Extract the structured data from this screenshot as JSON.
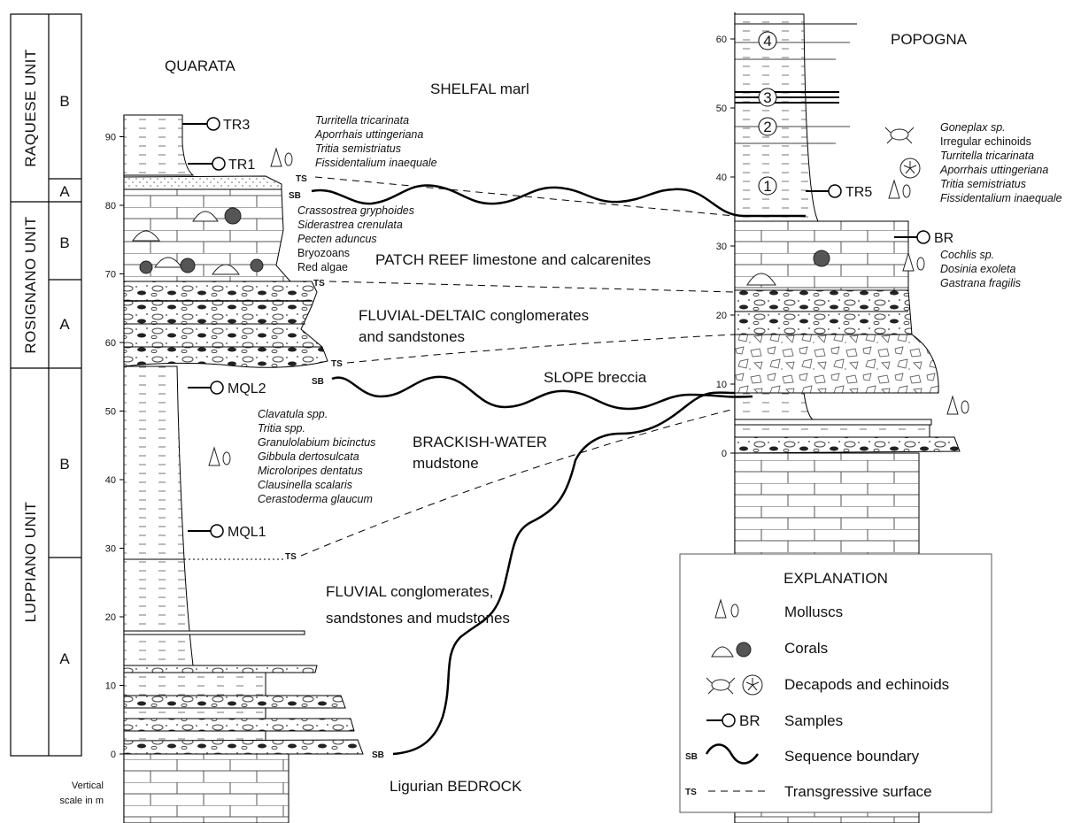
{
  "units": {
    "raquese": "RAQUESE UNIT",
    "rosignano": "ROSIGNANO UNIT",
    "luppiano": "LUPPIANO UNIT",
    "sub_b": "B",
    "sub_a": "A"
  },
  "sections": {
    "left": "QUARATA",
    "right": "POPOGNA"
  },
  "scale_caption": [
    "Vertical",
    "scale in m"
  ],
  "left_axis_ticks": [
    "0",
    "10",
    "20",
    "30",
    "40",
    "50",
    "60",
    "70",
    "80",
    "90"
  ],
  "right_axis_ticks": [
    "0",
    "10",
    "20",
    "30",
    "40",
    "50",
    "60"
  ],
  "facies": {
    "shelfal": "SHELFAL marl",
    "patch_reef": "PATCH REEF limestone and calcarenites",
    "fluvial_deltaic_1": "FLUVIAL-DELTAIC conglomerates",
    "fluvial_deltaic_2": "and sandstones",
    "slope": "SLOPE breccia",
    "brackish_1": "BRACKISH-WATER",
    "brackish_2": "mudstone",
    "fluvial_1": "FLUVIAL conglomerates,",
    "fluvial_2": "sandstones and mudstones",
    "bedrock": "Ligurian BEDROCK"
  },
  "surfaces": {
    "sb": "SB",
    "ts": "TS"
  },
  "samples": {
    "tr3": "TR3",
    "tr1": "TR1",
    "mql2": "MQL2",
    "mql1": "MQL1",
    "tr5": "TR5",
    "br": "BR"
  },
  "marl_beds": [
    "4",
    "3",
    "2",
    "1"
  ],
  "species": {
    "quarata_top": [
      "Turritella tricarinata",
      "Aporrhais uttingeriana",
      "Tritia semistriatus",
      "Fissidentalium inaequale"
    ],
    "quarata_reef": [
      "Crassostrea gryphoides",
      "Siderastrea crenulata",
      "Pecten aduncus"
    ],
    "quarata_reef_other": [
      "Bryozoans",
      "Red algae"
    ],
    "quarata_brackish": [
      "Clavatula spp.",
      "Tritia spp.",
      "Granulolabium bicinctus",
      "Gibbula dertosulcata",
      "Microloripes dentatus",
      "Clausinella scalaris",
      "Cerastoderma glaucum"
    ],
    "popogna_top_first": "Goneplax sp.",
    "popogna_top_second": "Irregular echinoids",
    "popogna_top_italic": [
      "Turritella tricarinata",
      "Aporrhais uttingeriana",
      "Tritia semistriatus",
      "Fissidentalium inaequale"
    ],
    "popogna_br_first": "Cochlis sp.",
    "popogna_br_italic": [
      "Dosinia exoleta",
      "Gastrana fragilis"
    ]
  },
  "explanation": {
    "title": "EXPLANATION",
    "molluscs": "Molluscs",
    "corals": "Corals",
    "decapods": "Decapods and echinoids",
    "samples": "Samples",
    "samples_code": "BR",
    "sb_code": "SB",
    "ts_code": "TS",
    "sequence_boundary": "Sequence boundary",
    "transgressive_surface": "Transgressive surface"
  }
}
